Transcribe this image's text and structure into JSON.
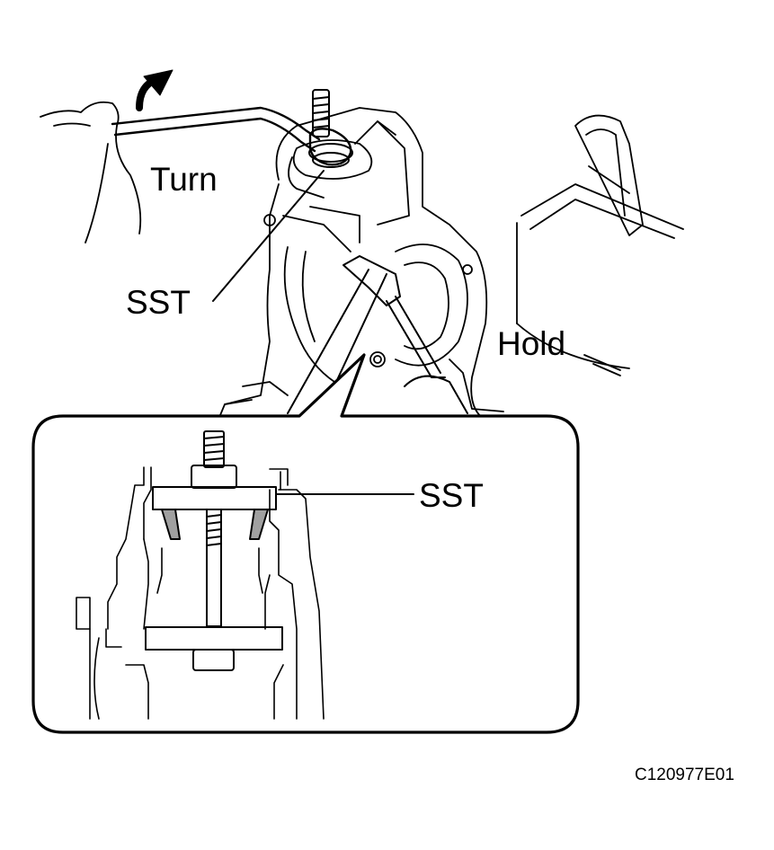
{
  "labels": {
    "turn": "Turn",
    "sst_top": "SST",
    "hold": "Hold",
    "sst_inset": "SST"
  },
  "figure_code": "C120977E01",
  "colors": {
    "line": "#000000",
    "background": "#ffffff",
    "wedge_fill": "#a0a0a0"
  },
  "icons": {
    "turn_arrow": "curved-arrow-icon"
  }
}
